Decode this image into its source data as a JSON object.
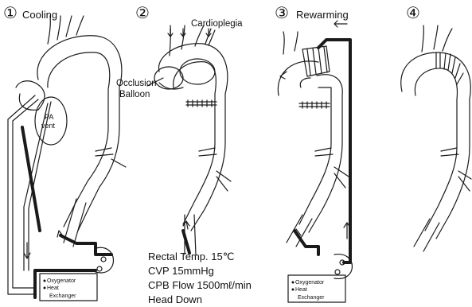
{
  "panels": [
    {
      "number": "①",
      "label": "Cooling"
    },
    {
      "number": "②",
      "label": ""
    },
    {
      "number": "③",
      "label": "Rewarming"
    },
    {
      "number": "④",
      "label": ""
    }
  ],
  "annotations": {
    "cardioplegia": "Cardioplegia",
    "occlusion": "Occlusion",
    "balloon": "Balloon",
    "pa_vent_1": "PA",
    "pa_vent_2": "vent"
  },
  "device": {
    "oxygenator": "Oxygenator",
    "heat": "Heat",
    "exchanger": "Exchanger"
  },
  "conditions": [
    "Rectal Temp. 15℃",
    "CVP 15mmHg",
    "CPB Flow 1500mℓ/min",
    "Head Down"
  ]
}
